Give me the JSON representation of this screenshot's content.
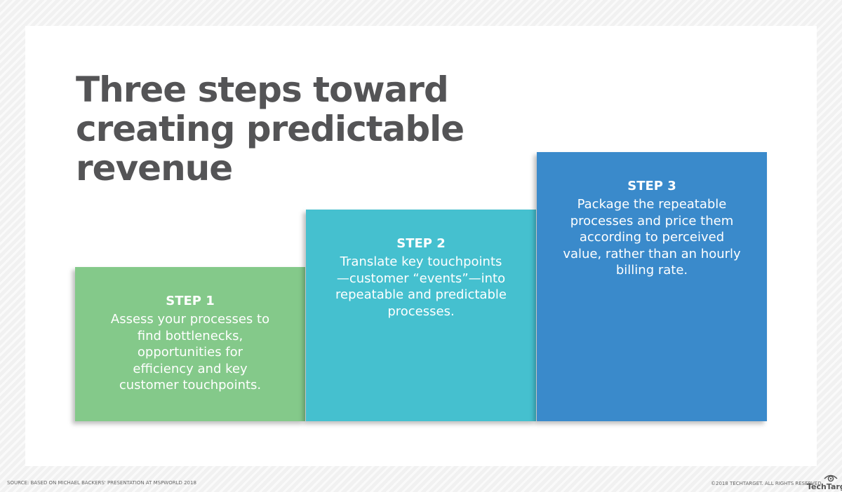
{
  "title": "Three steps toward creating predictable revenue",
  "steps": [
    {
      "label": "STEP 1",
      "text": "Assess your processes to find bottlenecks, opportunities for efficiency and key customer touchpoints.",
      "color": "#84c98a"
    },
    {
      "label": "STEP 2",
      "text": "Translate key touchpoints—customer “events”—into repeatable and predictable processes.",
      "color": "#45c0cf"
    },
    {
      "label": "STEP 3",
      "text": "Package the repeatable processes and price them according to perceived value, rather than an hourly billing rate.",
      "color": "#3a8acb"
    }
  ],
  "footer": {
    "source": "SOURCE: BASED ON MICHAEL BACKERS' PRESENTATION AT MSPWORLD 2018",
    "copyright": "©2018 TECHTARGET. ALL RIGHTS RESERVED",
    "logo": "TechTarget"
  }
}
